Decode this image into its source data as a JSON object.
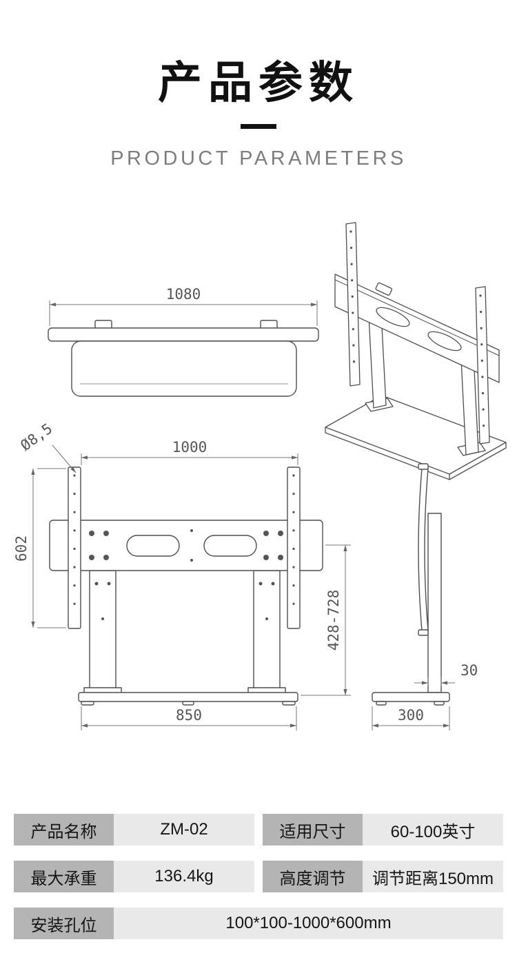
{
  "header": {
    "title_cn": "产品参数",
    "title_en": "PRODUCT PARAMETERS"
  },
  "drawing": {
    "top_view": {
      "overall_width": "1080"
    },
    "front_view": {
      "hole_diameter": "Ø8,5",
      "mount_width": "1000",
      "mount_height": "602",
      "height_adjust": "428-728",
      "base_width": "850"
    },
    "side_view": {
      "column_depth": "30",
      "base_depth": "300"
    }
  },
  "spec_table": {
    "rows": [
      {
        "label_a": "产品名称",
        "value_a": "ZM-02",
        "label_b": "适用尺寸",
        "value_b": "60-100英寸"
      },
      {
        "label_a": "最大承重",
        "value_a": "136.4kg",
        "label_b": "高度调节",
        "value_b": "调节距离150mm"
      },
      {
        "label_a": "安装孔位",
        "value_a": "100*100-1000*600mm"
      }
    ]
  },
  "colors": {
    "title": "#111111",
    "subtitle": "#7d7d7d",
    "drawing_line": "#4d4d4d",
    "dimension": "#666666",
    "label_cell_bg": "#b4b4b4",
    "value_cell_bg": "#e9e9e9"
  }
}
